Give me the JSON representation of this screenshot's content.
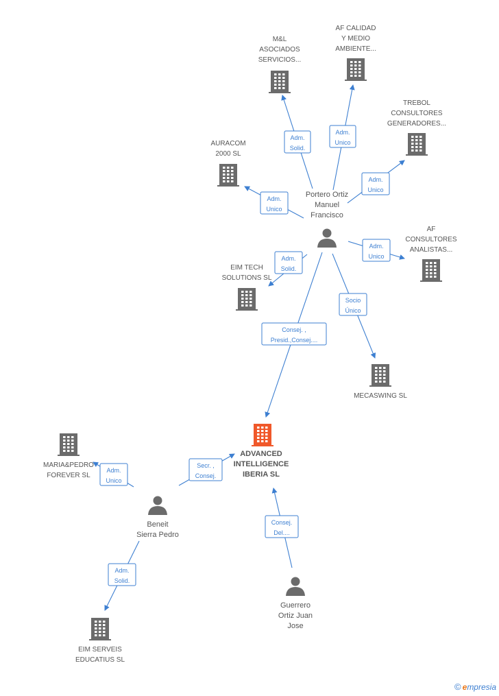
{
  "colors": {
    "accent": "#3d7fd1",
    "building": "#6b6b6b",
    "building_main": "#f0582a",
    "person": "#6b6b6b",
    "text": "#555555"
  },
  "companies": [
    {
      "id": "ml",
      "lines": [
        "M&L",
        "ASOCIADOS",
        "SERVICIOS..."
      ],
      "main": false
    },
    {
      "id": "afcal",
      "lines": [
        "AF CALIDAD",
        "Y MEDIO",
        "AMBIENTE..."
      ],
      "main": false
    },
    {
      "id": "trebol",
      "lines": [
        "TREBOL",
        "CONSULTORES",
        "GENERADORES..."
      ],
      "main": false
    },
    {
      "id": "auracom",
      "lines": [
        "AURACOM",
        "2000 SL"
      ],
      "main": false
    },
    {
      "id": "afcons",
      "lines": [
        "AF",
        "CONSULTORES",
        "ANALISTAS..."
      ],
      "main": false
    },
    {
      "id": "eimtech",
      "lines": [
        "EIM TECH",
        "SOLUTIONS SL"
      ],
      "main": false
    },
    {
      "id": "mecaswing",
      "lines": [
        "MECASWING SL"
      ],
      "main": false
    },
    {
      "id": "advanced",
      "lines": [
        "ADVANCED",
        "INTELLIGENCE",
        "IBERIA SL"
      ],
      "main": true
    },
    {
      "id": "maria",
      "lines": [
        "MARIA&PEDRO",
        "FOREVER SL"
      ],
      "main": false
    },
    {
      "id": "eimserveis",
      "lines": [
        "EIM SERVEIS",
        "EDUCATIUS SL"
      ],
      "main": false
    }
  ],
  "persons": [
    {
      "id": "portero",
      "lines": [
        "Portero Ortiz",
        "Manuel",
        "Francisco"
      ]
    },
    {
      "id": "beneit",
      "lines": [
        "Beneit",
        "Sierra Pedro"
      ]
    },
    {
      "id": "guerrero",
      "lines": [
        "Guerrero",
        "Ortiz Juan",
        "Jose"
      ]
    }
  ],
  "edges": [
    {
      "id": "portero-ml",
      "lines": [
        "Adm.",
        "Solid."
      ]
    },
    {
      "id": "portero-afcal",
      "lines": [
        "Adm.",
        "Unico"
      ]
    },
    {
      "id": "portero-trebol",
      "lines": [
        "Adm.",
        "Unico"
      ]
    },
    {
      "id": "portero-auracom",
      "lines": [
        "Adm.",
        "Unico"
      ]
    },
    {
      "id": "portero-afcons",
      "lines": [
        "Adm.",
        "Unico"
      ]
    },
    {
      "id": "portero-eimtech",
      "lines": [
        "Adm.",
        "Solid."
      ]
    },
    {
      "id": "portero-mecaswing",
      "lines": [
        "Socio",
        "Único"
      ]
    },
    {
      "id": "portero-advanced",
      "lines": [
        "Consej. ,",
        "Presid.,Consej...."
      ]
    },
    {
      "id": "beneit-advanced",
      "lines": [
        "Secr. ,",
        "Consej."
      ]
    },
    {
      "id": "beneit-maria",
      "lines": [
        "Adm.",
        "Unico"
      ]
    },
    {
      "id": "beneit-eimserveis",
      "lines": [
        "Adm.",
        "Solid."
      ]
    },
    {
      "id": "guerrero-advanced",
      "lines": [
        "Consej.",
        "Del...."
      ]
    }
  ],
  "footer": {
    "copyright": "©",
    "brand_first": "e",
    "brand_rest": "mpresia"
  }
}
